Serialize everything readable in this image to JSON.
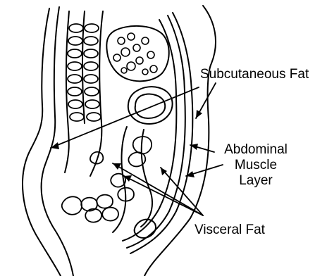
{
  "diagram": {
    "labels": {
      "subcutaneous_fat": "Subcutaneous Fat",
      "abdominal_muscle_layer": [
        "Abdominal",
        "Muscle",
        "Layer"
      ],
      "visceral_fat": "Visceral Fat"
    },
    "colors": {
      "stroke": "#000000",
      "background": "#ffffff"
    }
  }
}
